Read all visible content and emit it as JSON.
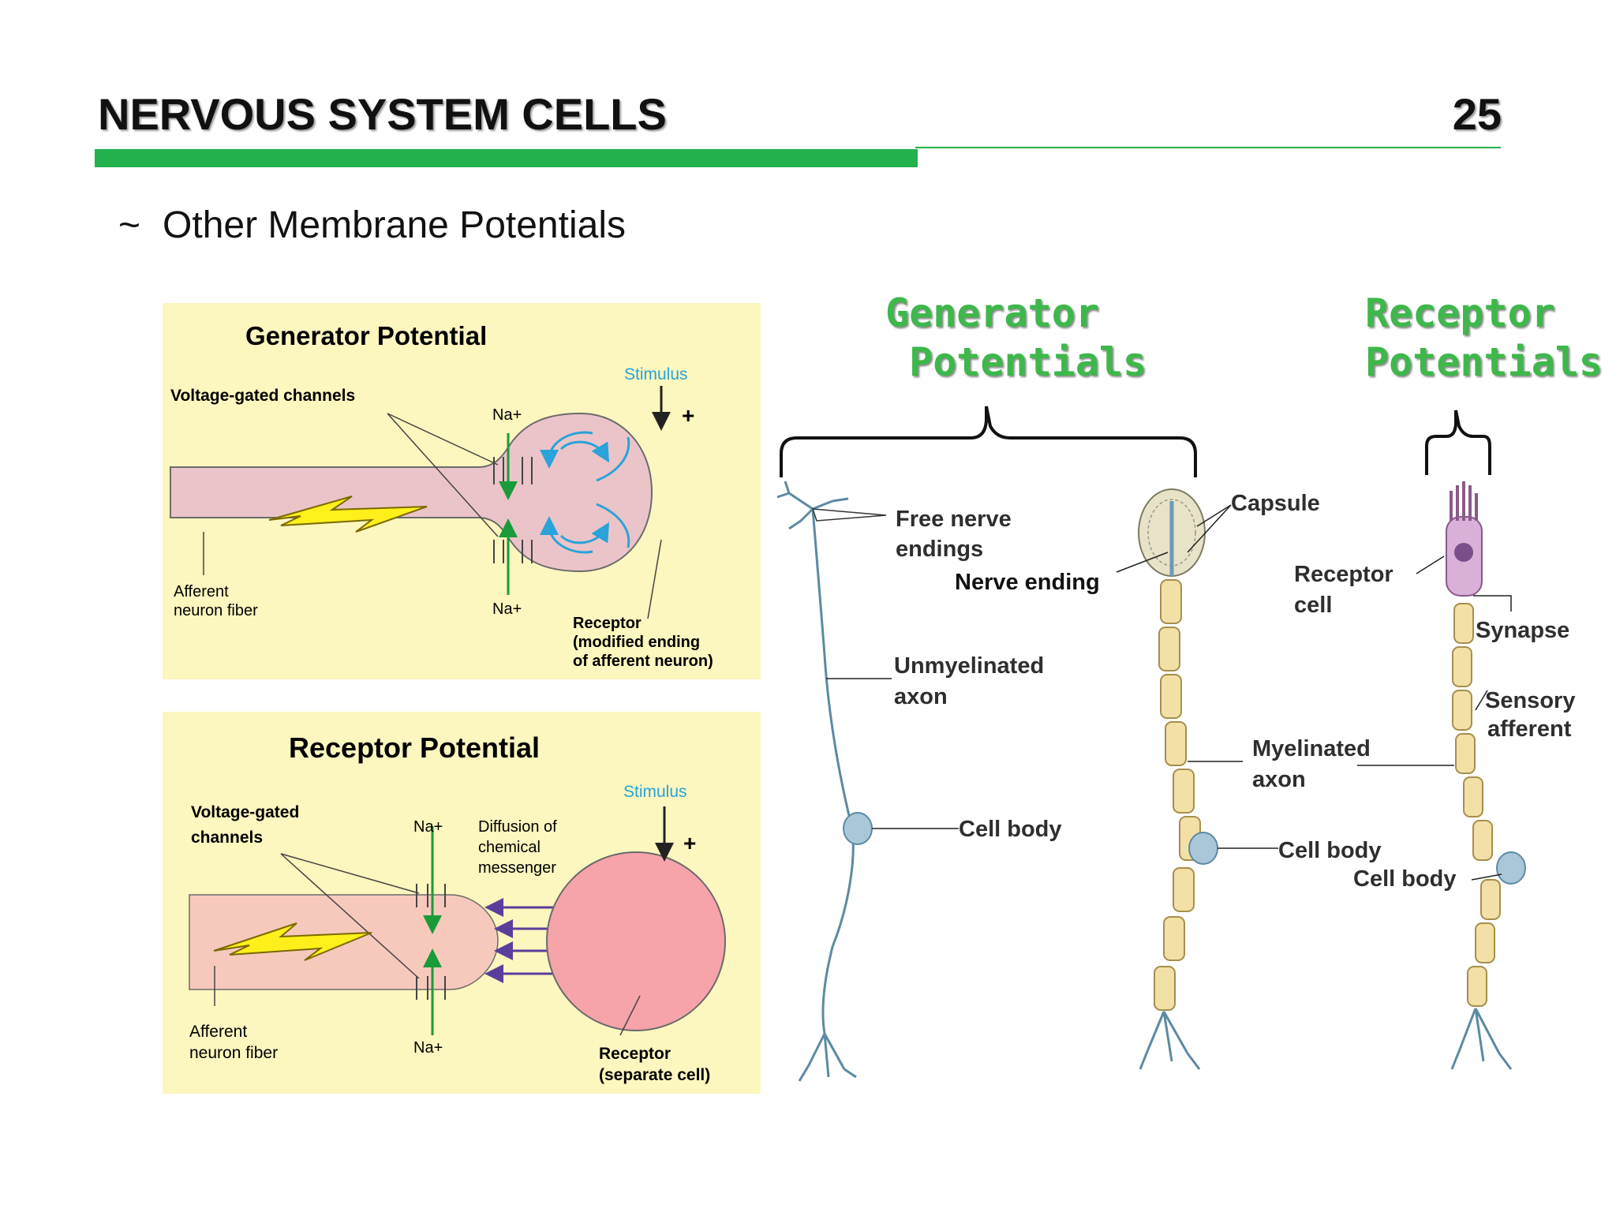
{
  "slide": {
    "title": "NERVOUS SYSTEM CELLS",
    "number": "25",
    "bullet_symbol": "~",
    "bullet_text": "Other Membrane Potentials",
    "accent_color": "#22b14c"
  },
  "generator_panel": {
    "title": "Generator Potential",
    "voltage_label": "Voltage-gated channels",
    "na_top": "Na+",
    "na_bottom": "Na+",
    "stimulus": "Stimulus",
    "plus": "+",
    "fiber_line1": "Afferent",
    "fiber_line2": "neuron fiber",
    "receptor_line1": "Receptor",
    "receptor_line2": "(modified ending",
    "receptor_line3": "of afferent neuron)"
  },
  "receptor_panel": {
    "title": "Receptor Potential",
    "voltage_line1": "Voltage-gated",
    "voltage_line2": "channels",
    "na_top": "Na+",
    "na_bottom": "Na+",
    "diffusion_line1": "Diffusion of",
    "diffusion_line2": "chemical",
    "diffusion_line3": "messenger",
    "stimulus": "Stimulus",
    "plus": "+",
    "fiber_line1": "Afferent",
    "fiber_line2": "neuron fiber",
    "receptor_line1": "Receptor",
    "receptor_line2": "(separate cell)"
  },
  "headings": {
    "generator": "Generator\n Potentials",
    "receptor": "Receptor\nPotentials",
    "color": "#3db84a"
  },
  "neurons": {
    "free_endings_line1": "Free nerve",
    "free_endings_line2": "endings",
    "unmyelinated_line1": "Unmyelinated",
    "unmyelinated_line2": "axon",
    "cell_body_1": "Cell body",
    "capsule": "Capsule",
    "nerve_ending": "Nerve ending",
    "myelinated_line1": "Myelinated",
    "myelinated_line2": "axon",
    "cell_body_2": "Cell body",
    "receptor_cell_line1": "Receptor",
    "receptor_cell_line2": "cell",
    "synapse": "Synapse",
    "sensory_line1": "Sensory",
    "sensory_line2": "afferent",
    "cell_body_3": "Cell body"
  }
}
